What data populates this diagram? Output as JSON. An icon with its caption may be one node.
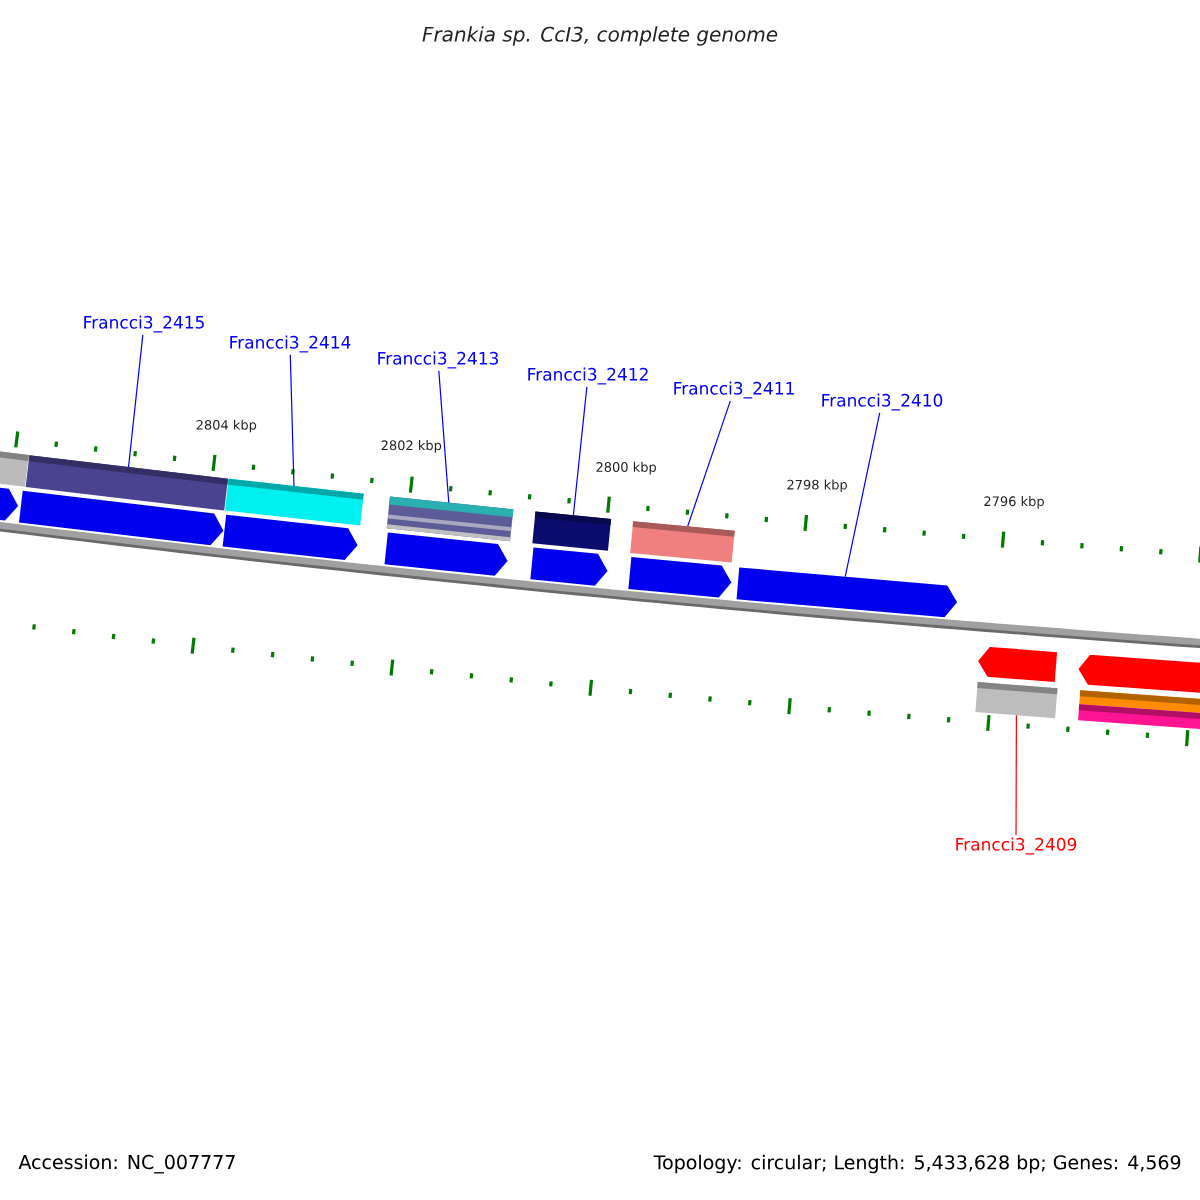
{
  "diagram": {
    "title": "Frankia sp. CcI3, complete genome",
    "nodes": [
      {
        "text": [
          "Francci3_2415"
        ]
      },
      {
        "text": [
          "Francci3_2414"
        ]
      },
      {
        "text": [
          "Francci3_2413"
        ]
      },
      {
        "text": [
          "Francci3_2412"
        ]
      },
      {
        "text": [
          "Francci3_2411"
        ]
      },
      {
        "text": [
          "Francci3_2410"
        ]
      },
      {
        "text": [
          "Francci3_2409"
        ]
      },
      {
        "text": [],
        "shape": "box"
      },
      {
        "text": [],
        "shape": "box"
      },
      {
        "text": [],
        "shape": "box"
      },
      {
        "text": [],
        "shape": "box"
      },
      {
        "text": [],
        "shape": "box"
      },
      {
        "text": [],
        "shape": "arrow"
      },
      {
        "text": [],
        "shape": "box"
      },
      {
        "text": [],
        "shape": "arrow"
      },
      {
        "text": [],
        "shape": "arrow"
      },
      {
        "text": [],
        "shape": "arrow"
      },
      {
        "text": [],
        "shape": "arrow"
      },
      {
        "text": [],
        "shape": "arrow"
      },
      {
        "text": [],
        "shape": "arrow"
      },
      {
        "text": [],
        "shape": "box"
      },
      {
        "text": [],
        "shape": "arrow"
      },
      {
        "text": [],
        "shape": "arrow"
      },
      {
        "text": [],
        "shape": "box"
      },
      {
        "text": [],
        "shape": "box"
      }
    ],
    "edges": [
      {
        "from": 0,
        "to": 7,
        "arrow": "none"
      },
      {
        "from": 1,
        "to": 8,
        "arrow": "none"
      },
      {
        "from": 2,
        "to": 9,
        "arrow": "none"
      },
      {
        "from": 3,
        "to": 10,
        "arrow": "none"
      },
      {
        "from": 4,
        "to": 11,
        "arrow": "none"
      },
      {
        "from": 5,
        "to": 12,
        "arrow": "none"
      },
      {
        "from": 6,
        "to": 13,
        "arrow": "none",
        "color": "#ff0000"
      }
    ],
    "labels": [
      "2804 kbp",
      "2802 kbp",
      "2800 kbp",
      "2798 kbp",
      "2796 kbp",
      "Accession: NC_007777",
      "Topology: circular; Length: 5,433,628 bp; Genes: 4,569"
    ]
  }
}
